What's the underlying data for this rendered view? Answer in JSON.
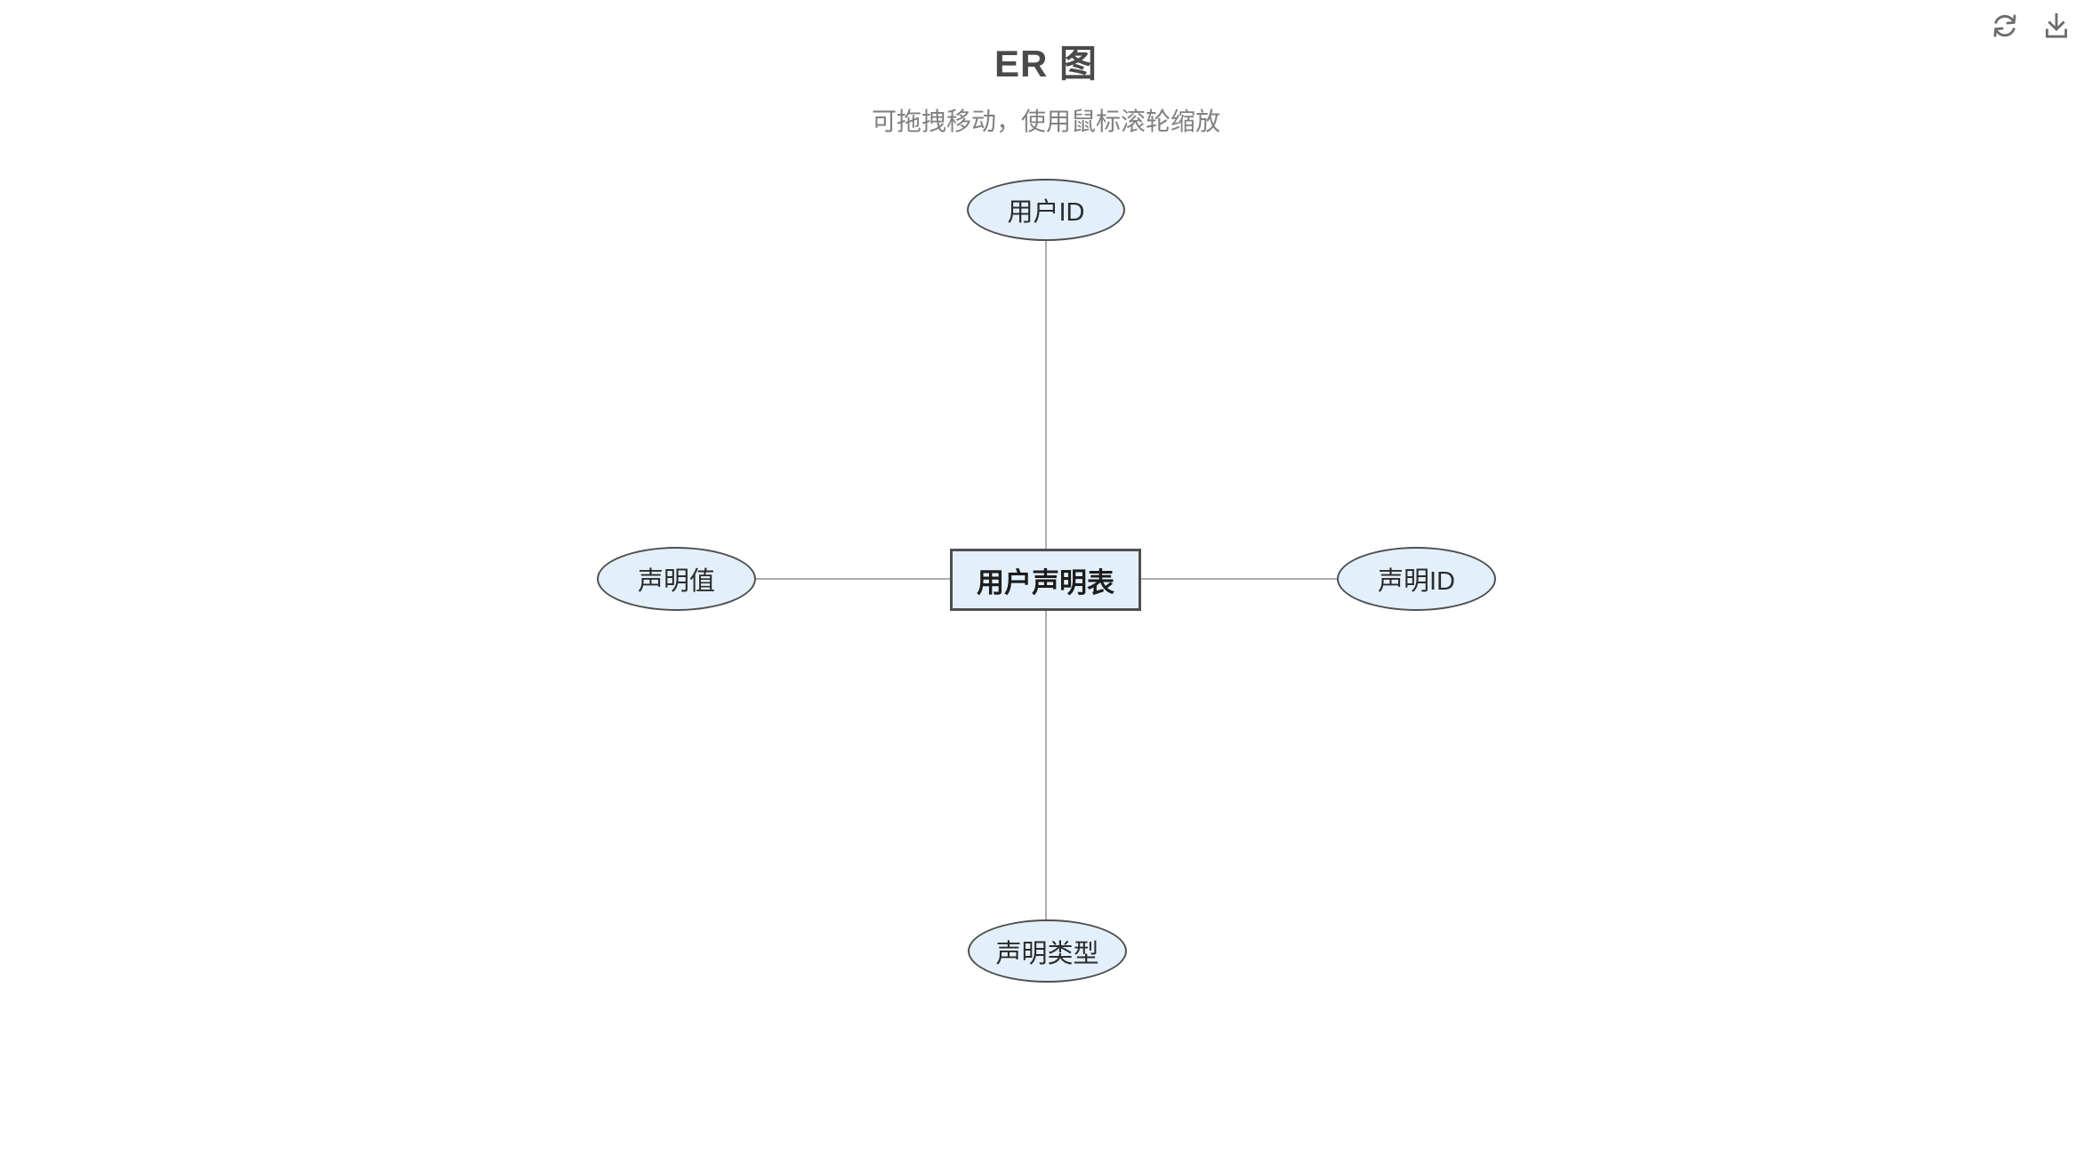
{
  "header": {
    "title": "ER 图",
    "subtitle": "可拖拽移动，使用鼠标滚轮缩放"
  },
  "toolbar": {
    "buttons": [
      {
        "icon": "refresh-icon"
      },
      {
        "icon": "download-icon"
      }
    ]
  },
  "diagram": {
    "entity": {
      "label": "用户声明表",
      "shape": "rectangle"
    },
    "attributes": [
      {
        "label": "用户ID",
        "position": "top",
        "shape": "ellipse"
      },
      {
        "label": "声明ID",
        "position": "right",
        "shape": "ellipse"
      },
      {
        "label": "声明类型",
        "position": "bottom",
        "shape": "ellipse"
      },
      {
        "label": "声明值",
        "position": "left",
        "shape": "ellipse"
      }
    ],
    "edges": [
      {
        "from": "用户声明表",
        "to": "用户ID"
      },
      {
        "from": "用户声明表",
        "to": "声明ID"
      },
      {
        "from": "用户声明表",
        "to": "声明类型"
      },
      {
        "from": "用户声明表",
        "to": "声明值"
      }
    ],
    "colors": {
      "node_fill": "#e3f0fb",
      "node_border": "#4f4f4f",
      "edge": "#adadad",
      "title_text": "#4a4a4a",
      "subtitle_text": "#808080",
      "icon": "#6b6b6b"
    }
  }
}
